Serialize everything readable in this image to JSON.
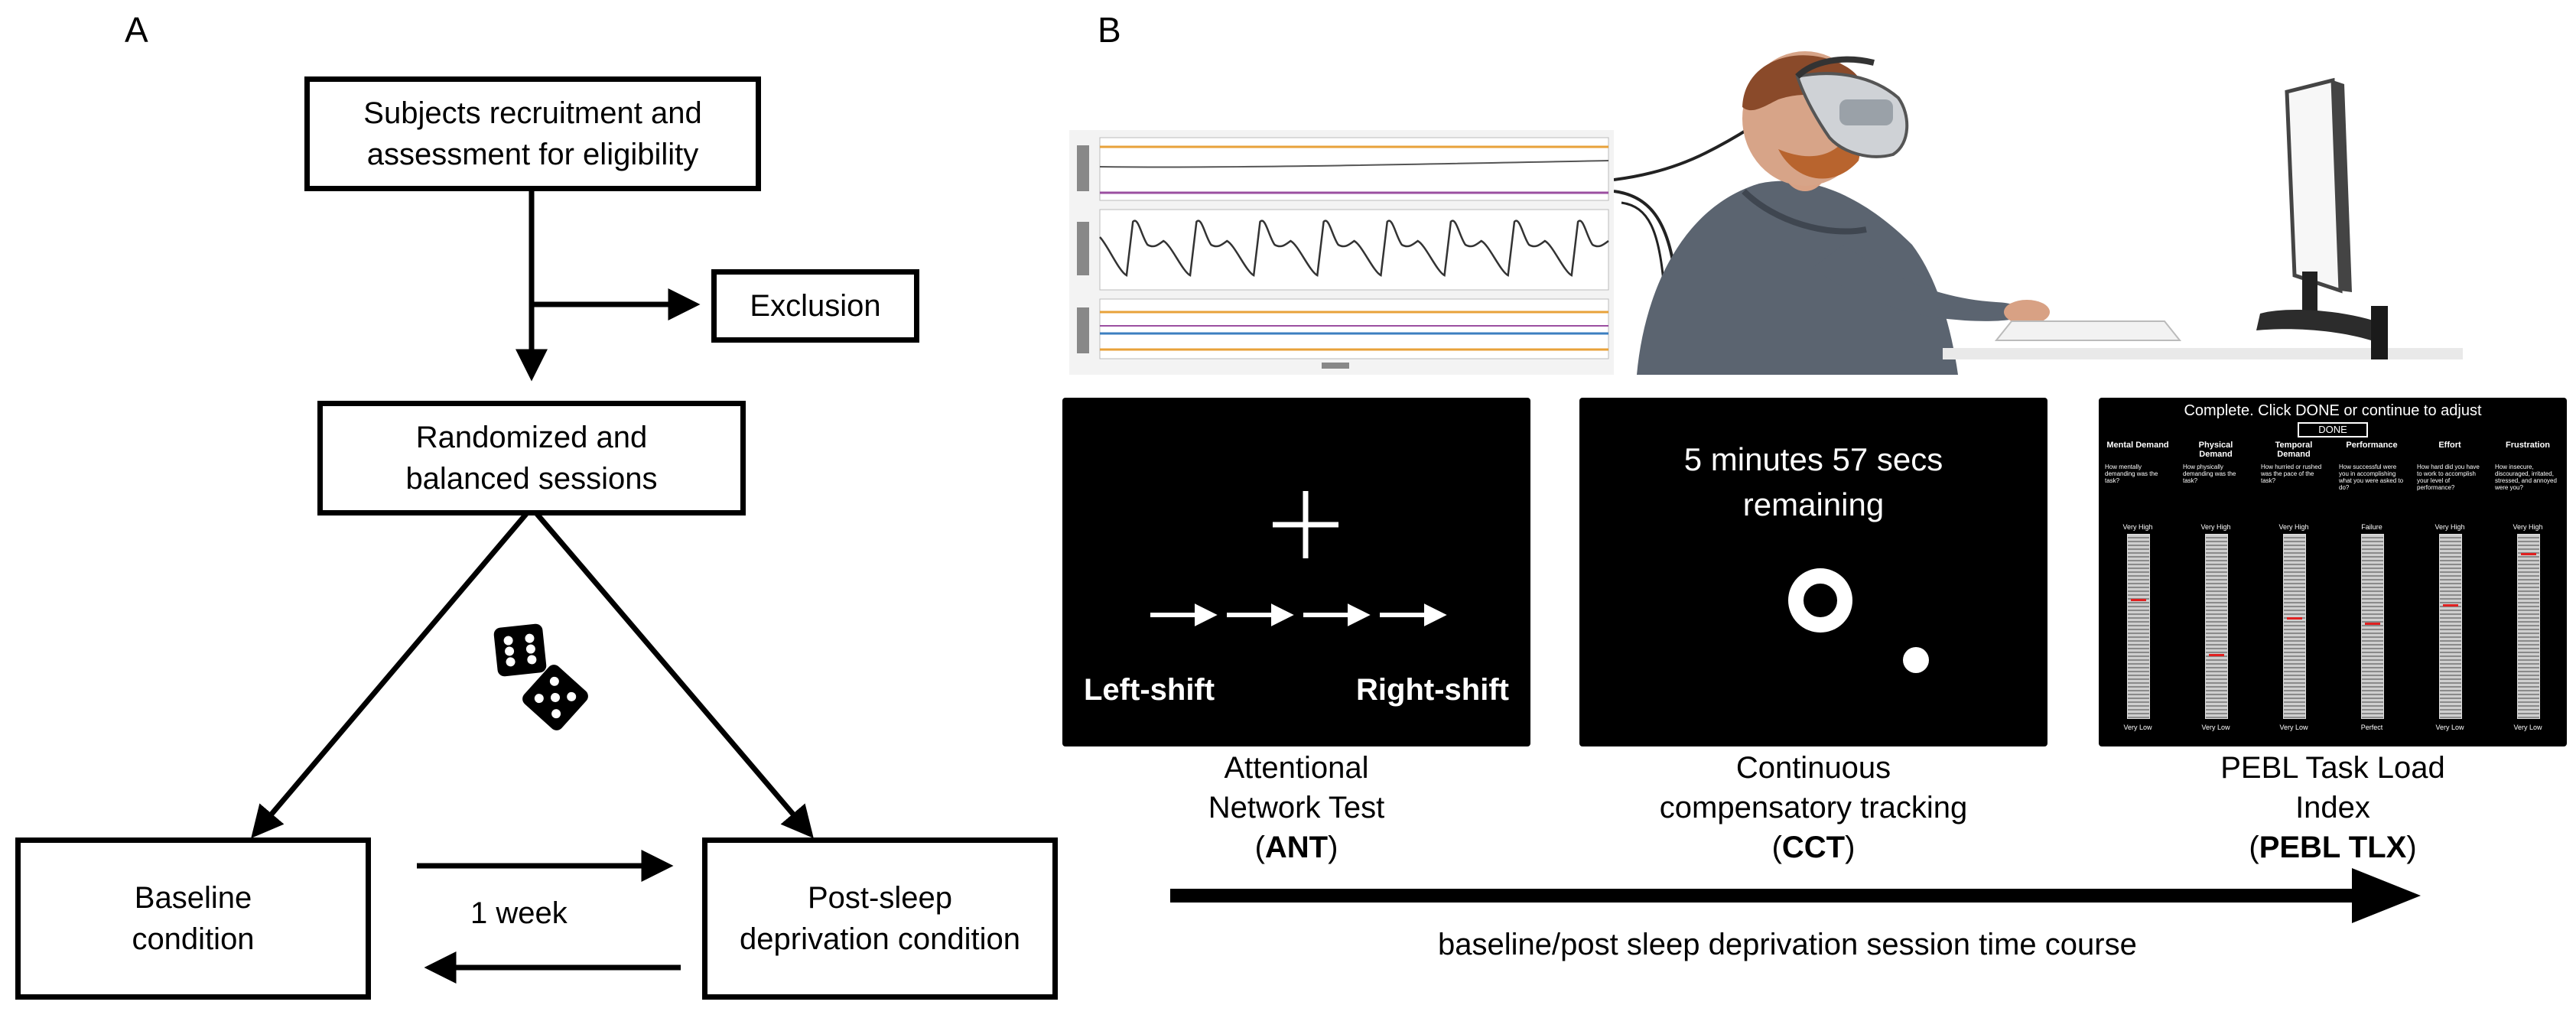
{
  "panelA": {
    "letter": "A",
    "recruitment": "Subjects recruitment and\nassessment for eligibility",
    "exclusion": "Exclusion",
    "randomized": "Randomized and\nbalanced sessions",
    "baseline": "Baseline\ncondition",
    "postsleep": "Post-sleep\ndeprivation condition",
    "interval": "1 week"
  },
  "panelB": {
    "letter": "B",
    "ant": {
      "left_label": "Left-shift",
      "right_label": "Right-shift",
      "caption_line1": "Attentional",
      "caption_line2": "Network Test",
      "abbr": "ANT"
    },
    "cct": {
      "timer_line1": "5 minutes 57 secs",
      "timer_line2": "remaining",
      "caption_line1": "Continuous",
      "caption_line2": "compensatory tracking",
      "abbr": "CCT"
    },
    "tlx": {
      "header": "Complete. Click DONE or continue to adjust",
      "done_button": "DONE",
      "columns": [
        "Mental Demand",
        "Physical Demand",
        "Temporal Demand",
        "Performance",
        "Effort",
        "Frustration"
      ],
      "questions": [
        "How mentally demanding was the task?",
        "How physically demanding was the task?",
        "How hurried or rushed was the pace of the task?",
        "How successful were you in accomplishing what you were asked to do?",
        "How hard did you have to work to accomplish your level of performance?",
        "How insecure, discouraged, irritated, stressed, and annoyed were you?"
      ],
      "top_labels": [
        "Very High",
        "Very High",
        "Very High",
        "Failure",
        "Very High",
        "Very High"
      ],
      "bottom_labels": [
        "Very Low",
        "Very Low",
        "Very Low",
        "Perfect",
        "Very Low",
        "Very Low"
      ],
      "ratings": [
        0.35,
        0.65,
        0.45,
        0.48,
        0.38,
        0.1
      ],
      "caption_line1": "PEBL Task Load",
      "caption_line2": "Index",
      "abbr": "PEBL TLX"
    },
    "timeline": "baseline/post sleep deprivation session time course"
  },
  "colors": {
    "black": "#000000",
    "signal_orange": "#e8a23a",
    "signal_purple": "#9b4fa0",
    "signal_blue": "#3c7fc0",
    "tlx_marker": "#e02020"
  }
}
